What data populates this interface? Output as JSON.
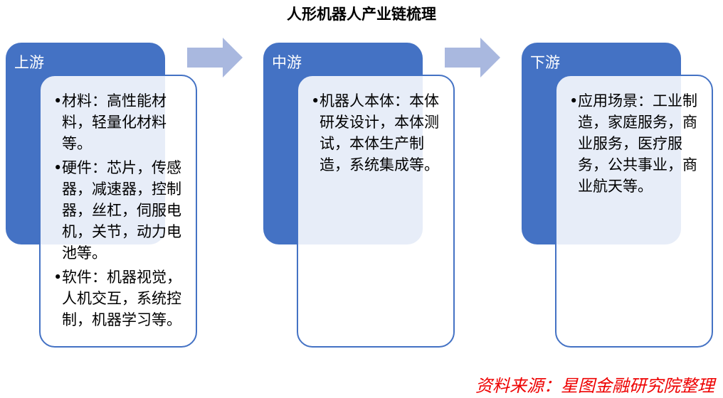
{
  "title": "人形机器人产业链梳理",
  "stages": [
    {
      "label": "上游",
      "items": [
        "材料：高性能材料，轻量化材料等。",
        "硬件：芯片，传感器，减速器，控制器，丝杠，伺服电机，关节，动力电池等。",
        "软件：机器视觉，人机交互，系统控制，机器学习等。"
      ]
    },
    {
      "label": "中游",
      "items": [
        "机器人本体：本体研发设计，本体测试，本体生产制造，系统集成等。"
      ]
    },
    {
      "label": "下游",
      "items": [
        "应用场景：工业制造，家庭服务，商业服务，医疗服务，公共事业，商业航天等。"
      ]
    }
  ],
  "source": "资料来源：星图金融研究院整理",
  "colors": {
    "stage": "#4472c4",
    "arrow": "#a9b8df",
    "source": "#e00000"
  }
}
